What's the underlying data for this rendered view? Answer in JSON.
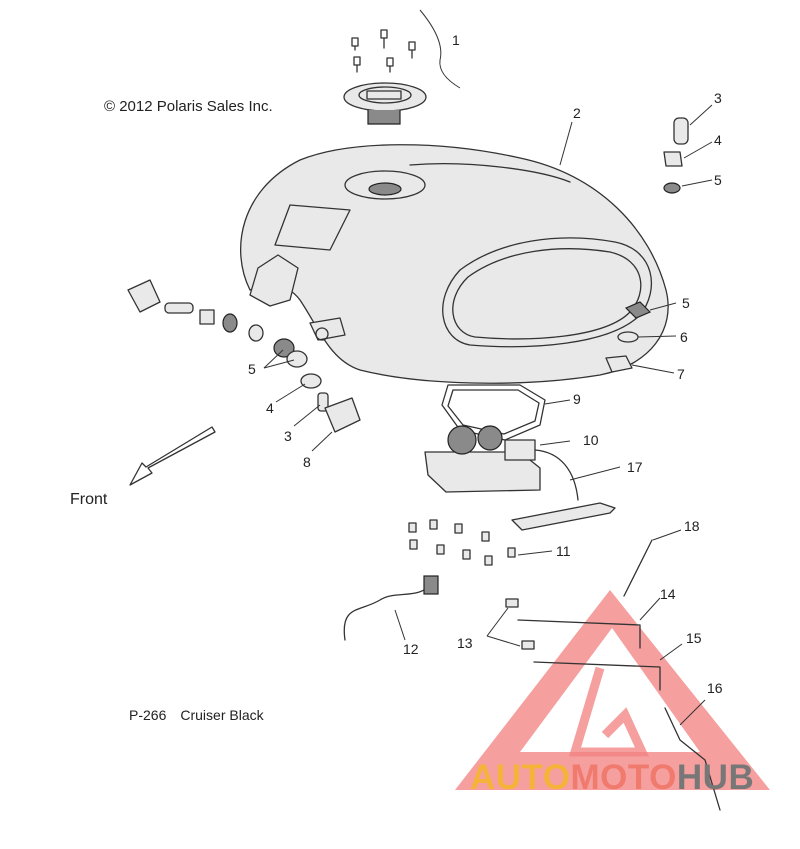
{
  "copyright": "© 2012 Polaris Sales Inc.",
  "front_label": "Front",
  "page_ref": {
    "code": "P-266",
    "model": "Cruiser Black"
  },
  "callouts": [
    "1",
    "2",
    "3",
    "4",
    "5",
    "3",
    "4",
    "5",
    "5",
    "6",
    "7",
    "8",
    "9",
    "10",
    "17",
    "18",
    "11",
    "14",
    "13",
    "15",
    "12",
    "16"
  ],
  "watermark": {
    "part_a": "AUTO",
    "part_b": "MOTO",
    "part_c": "HUB",
    "colors": {
      "auto": "#f5b33a",
      "moto": "#f07a6e",
      "hub": "#777777",
      "logo": "#f06a6a"
    }
  }
}
